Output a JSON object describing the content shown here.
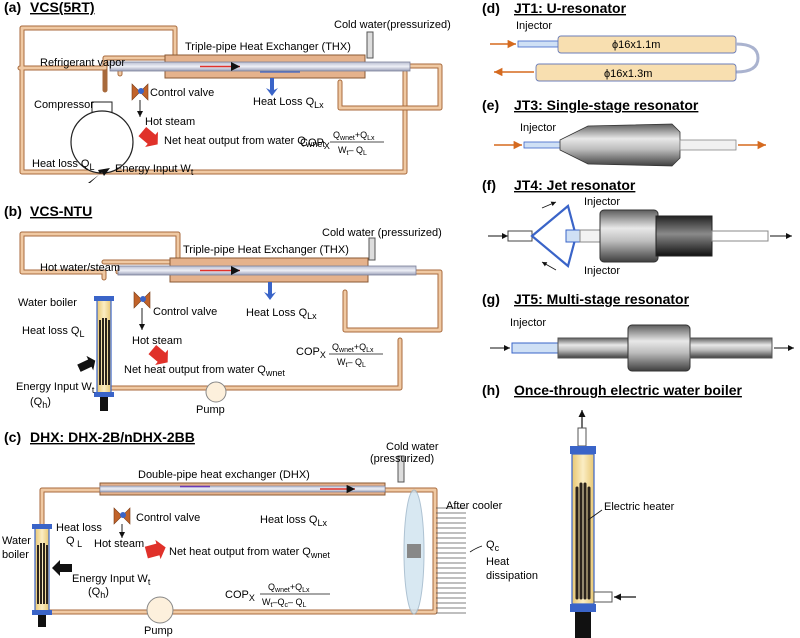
{
  "colors": {
    "pipe": "#a86a3c",
    "pipe_inner": "#f0c9a3",
    "exchanger": "#e5b28c",
    "inner_tube": "#c9cde8",
    "arrow_red": "#e0312a",
    "arrow_blue": "#3a64c8",
    "boiler": "#f6df9c",
    "heater": "#2b231c",
    "resonator": "#f8dfb0",
    "flow_orange": "#d56a1f"
  },
  "panel_a": {
    "tag": "(a)",
    "title": "VCS(5RT)",
    "cold_water": "Cold water(pressurized)",
    "exchanger": "Triple-pipe  Heat Exchanger (THX)",
    "vapor": "Refrigerant vapor",
    "compressor": "Compressor",
    "valve": "Control valve",
    "heat_loss_lx": "Heat Loss Q",
    "lx_sub": "Lx",
    "hot_steam": "Hot steam",
    "net_heat": "Net heat output from water Q",
    "wnet_sub": "wnet",
    "heat_loss_l": "Heat loss Q",
    "l_sub": "L",
    "energy": "Energy Input W",
    "t_sub": "t",
    "cop_lhs": "COP",
    "cop_x": "X",
    "cop_num": "Q",
    "cop_den": "W"
  },
  "panel_b": {
    "tag": "(b)",
    "title": "VCS-NTU",
    "cold_water": "Cold water (pressurized)",
    "exchanger": "Triple-pipe  Heat Exchanger (THX)",
    "hot_water": "Hot water/steam",
    "boiler": "Water boiler",
    "heat_loss_l": "Heat loss Q",
    "valve": "Control valve",
    "heat_loss_lx": "Heat Loss Q",
    "hot_steam": "Hot steam",
    "net_heat": "Net heat output from water Q",
    "energy": "Energy Input W",
    "qh": "(Q",
    "h_sub": "h",
    "pump": "Pump"
  },
  "panel_c": {
    "tag": "(c)",
    "title": "DHX: DHX-2B/nDHX-2BB",
    "cold_water_1": "Cold water",
    "cold_water_2": "(pressurized)",
    "exchanger": "Double-pipe heat exchanger (DHX)",
    "valve": "Control valve",
    "heat_loss_lx": "Heat loss Q",
    "heat_loss": "Heat loss",
    "boiler_1": "Water",
    "boiler_2": "boiler",
    "hot_steam": "Hot steam",
    "net_heat": "Net heat output from water Q",
    "energy": "Energy Input W",
    "after_cooler": "After cooler",
    "qc": "Q",
    "c_sub": "c",
    "dissipation_1": "Heat",
    "dissipation_2": "dissipation",
    "pump": "Pump"
  },
  "panel_d": {
    "tag": "(d)",
    "title": "JT1: U-resonator",
    "injector": "Injector",
    "size_top": "ϕ16x1.1m",
    "size_bottom": "ϕ16x1.3m"
  },
  "panel_e": {
    "tag": "(e)",
    "title": "JT3: Single-stage resonator",
    "injector": "Injector"
  },
  "panel_f": {
    "tag": "(f)",
    "title": "JT4: Jet resonator",
    "injector_top": "Injector",
    "injector_bottom": "Injector"
  },
  "panel_g": {
    "tag": "(g)",
    "title": "JT5: Multi-stage resonator",
    "injector": "Injector"
  },
  "panel_h": {
    "tag": "(h)",
    "title": "Once-through electric water boiler",
    "heater": "Electric heater"
  }
}
